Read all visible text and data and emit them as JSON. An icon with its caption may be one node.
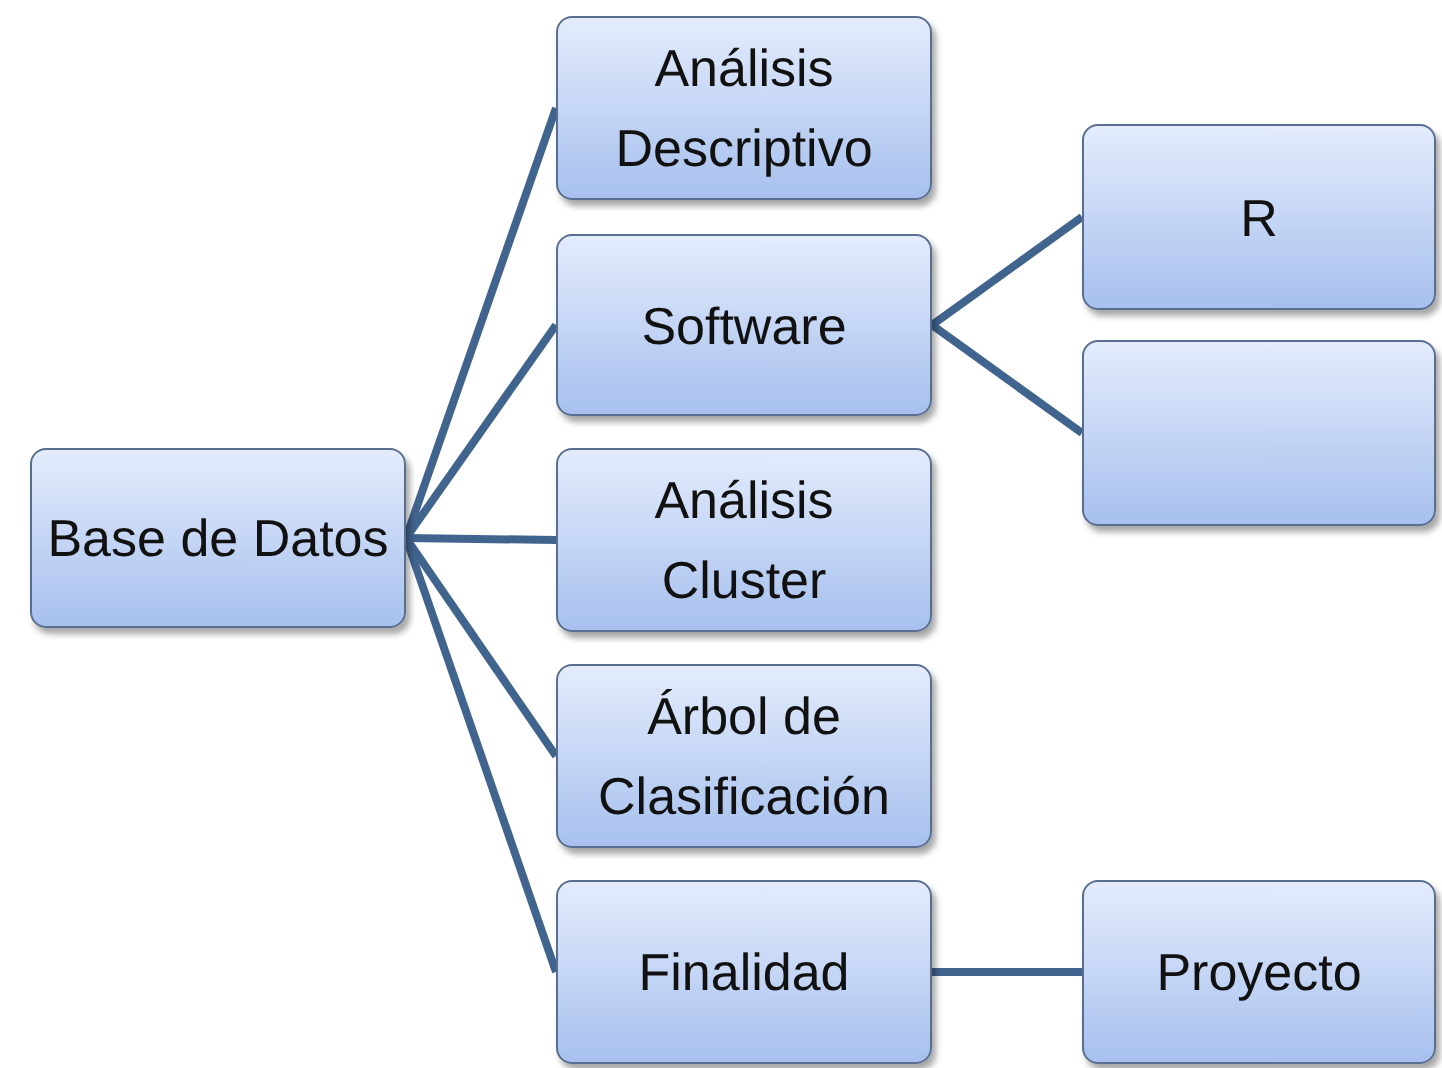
{
  "diagram": {
    "nodes": [
      {
        "text": [
          "Base de Datos"
        ]
      },
      {
        "text": [
          "Análisis Descriptivo"
        ]
      },
      {
        "text": [
          "Software"
        ]
      },
      {
        "text": [
          "R"
        ]
      },
      {
        "text": [],
        "shape": "box"
      },
      {
        "text": [
          "Análisis Cluster"
        ]
      },
      {
        "text": [
          "Árbol de Clasificación"
        ]
      },
      {
        "text": [
          "Finalidad"
        ]
      },
      {
        "text": [
          "Proyecto"
        ]
      }
    ],
    "edges": [
      {
        "from": 0,
        "to": 1,
        "arrow": "none"
      },
      {
        "from": 0,
        "to": 2,
        "arrow": "none"
      },
      {
        "from": 0,
        "to": 5,
        "arrow": "none"
      },
      {
        "from": 0,
        "to": 6,
        "arrow": "none"
      },
      {
        "from": 0,
        "to": 7,
        "arrow": "none"
      },
      {
        "from": 2,
        "to": 3,
        "arrow": "none"
      },
      {
        "from": 2,
        "to": 4,
        "arrow": "none"
      },
      {
        "from": 7,
        "to": 8,
        "arrow": "none"
      }
    ]
  }
}
